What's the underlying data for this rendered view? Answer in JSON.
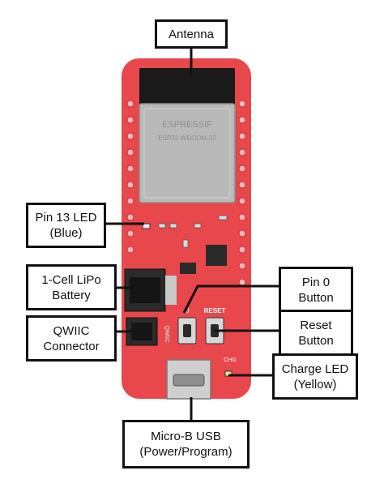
{
  "labels": {
    "antenna": [
      "Antenna"
    ],
    "pin13_led": [
      "Pin 13 LED",
      "(Blue)"
    ],
    "lipo_battery": [
      "1-Cell LiPo",
      "Battery"
    ],
    "qwiic": [
      "QWIIC",
      "Connector"
    ],
    "pin0_button": [
      "Pin 0",
      "Button"
    ],
    "reset_button": [
      "Reset",
      "Button"
    ],
    "charge_led": [
      "Charge LED",
      "(Yellow)"
    ],
    "micro_usb": [
      "Micro-B USB",
      "(Power/Program)"
    ]
  },
  "board_text": {
    "module_brand": "ESPRESSIF",
    "module_model": "ESP32-WROOM-32",
    "reset_silk": "RESET",
    "pin0_silk": "0",
    "qwiic_silk": "QWIIC",
    "chg_silk": "CHG"
  },
  "colors": {
    "board": "#e8474b",
    "module_shield": "#b9b9b9",
    "antenna": "#1a1a1a",
    "outline": "#111111",
    "leader": "#111111"
  }
}
